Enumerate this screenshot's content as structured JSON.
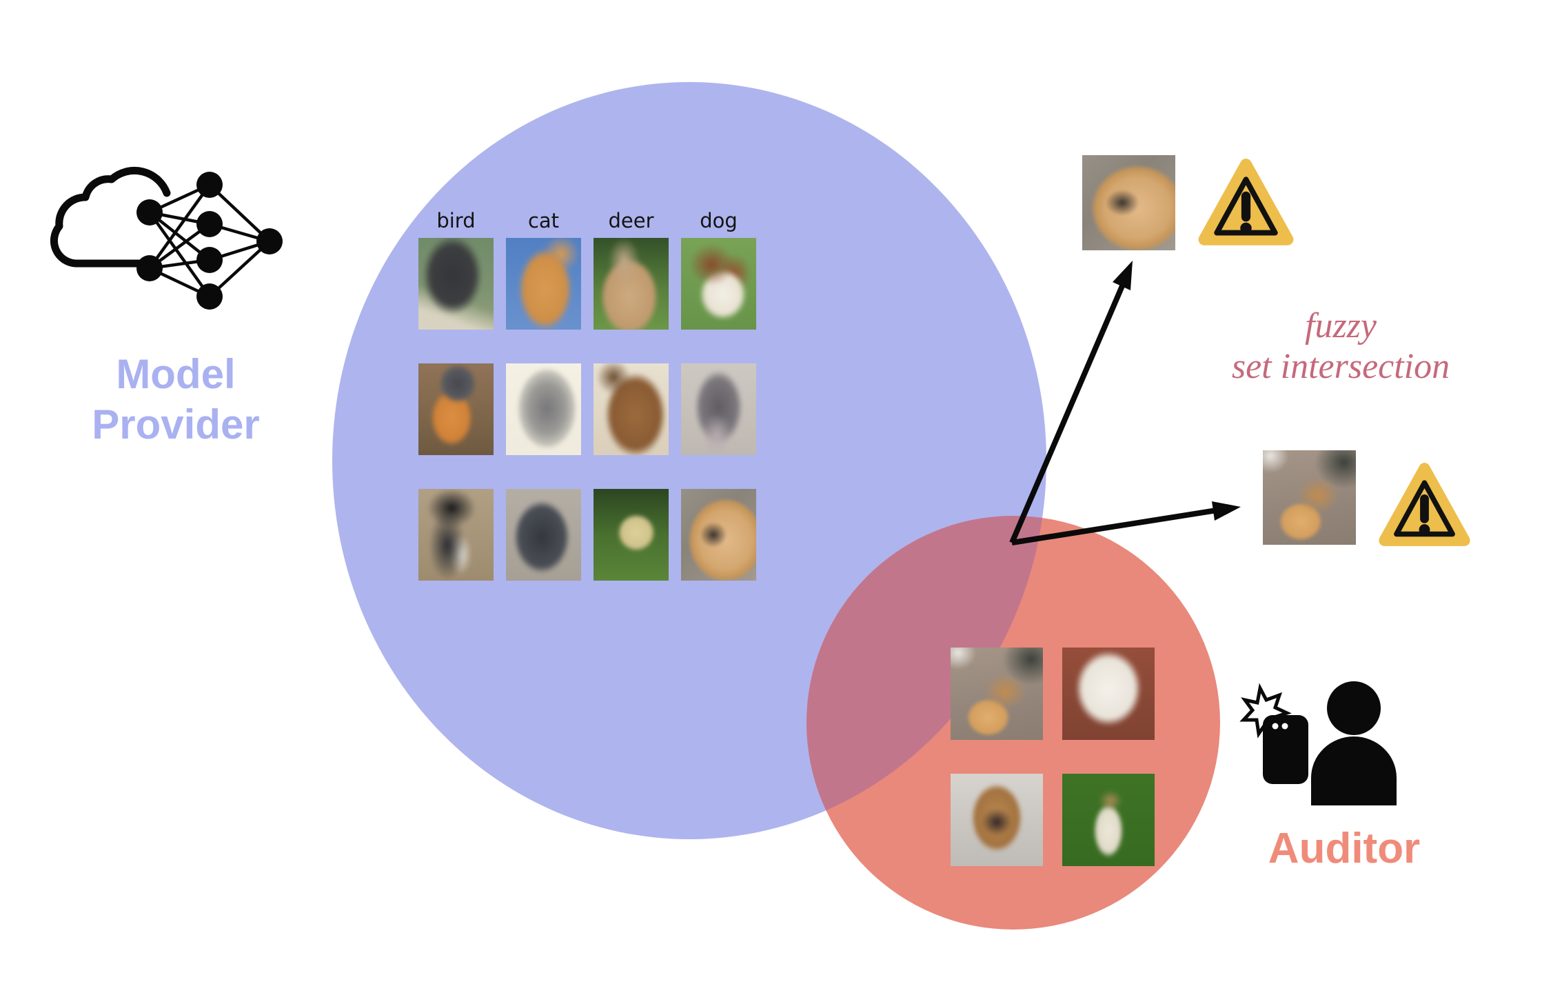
{
  "provider": {
    "label_line1": "Model",
    "label_line2": "Provider",
    "column_labels": [
      "bird",
      "cat",
      "deer",
      "dog"
    ],
    "images": [
      "black bird on green background",
      "orange cat on blue background",
      "fawn deer in green grass",
      "brown and white dog on grass",
      "orange-breasted bird on brown background",
      "grey cat face on cream background",
      "brown deer close-up",
      "grey dog on grey background",
      "emu head on tan background",
      "curled dark grey cat",
      "elk in green meadow",
      "golden retriever puppy on wood floor"
    ]
  },
  "auditor": {
    "label": "Auditor",
    "images": [
      "golden dog with plush toy by door",
      "white fluffy dog against red brick",
      "tan dog looking up on tile floor",
      "white and tan dog on green grass"
    ]
  },
  "callouts": {
    "caption_line1": "fuzzy",
    "caption_line2": "set intersection",
    "matched_images": [
      "golden retriever puppy on wood floor",
      "golden dog with plush toy by door"
    ]
  },
  "icons": {
    "cloud_network": "cloud-neural-network-icon",
    "selfie_person": "person-taking-selfie-icon",
    "warning": "warning-triangle-icon"
  },
  "colors": {
    "provider_circle": "#AEB4EE",
    "auditor_circle": "#E8897B",
    "overlap": "#C2768C",
    "provider_label": "#A9B1F1",
    "auditor_label": "#F08B7A",
    "caption": "#C5697B",
    "warning_fill": "#EDBE4B",
    "arrow": "#0A0A0A"
  }
}
